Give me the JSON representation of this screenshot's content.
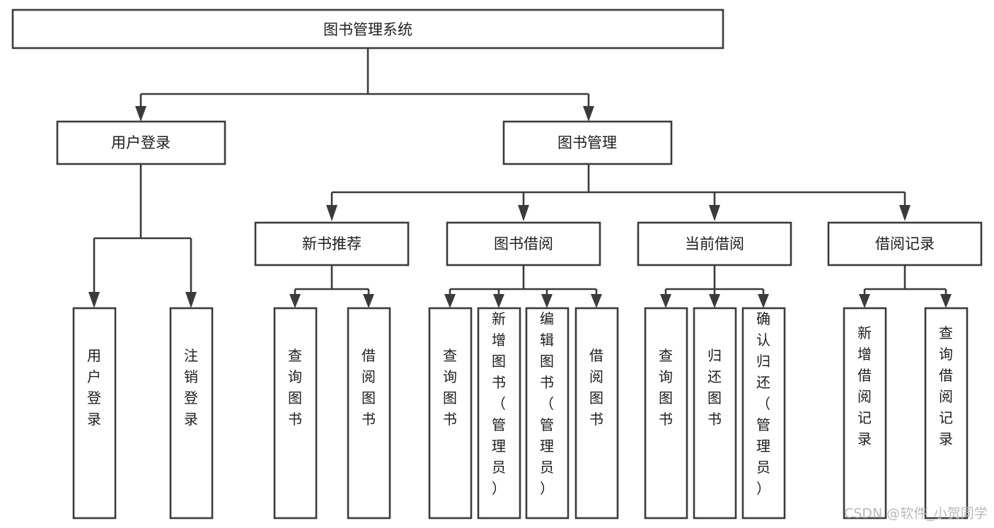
{
  "diagram": {
    "type": "tree",
    "title": "图书管理系统",
    "orientation": "top-down",
    "background_color": "#ffffff",
    "box_stroke_color": "#3b3b3b",
    "box_fill_color": "#ffffff",
    "text_color": "#1d1d1d",
    "connector_color": "#3b3b3b",
    "levels": 4,
    "root": {
      "id": "root",
      "label": "图书管理系统",
      "orientation": "horizontal"
    },
    "level2": [
      {
        "id": "user-login",
        "label": "用户登录",
        "orientation": "horizontal"
      },
      {
        "id": "book-manage",
        "label": "图书管理",
        "orientation": "horizontal"
      }
    ],
    "level3": [
      {
        "id": "new-book-recommend",
        "label": "新书推荐",
        "orientation": "horizontal",
        "parent": "book-manage"
      },
      {
        "id": "book-borrow",
        "label": "图书借阅",
        "orientation": "horizontal",
        "parent": "book-manage"
      },
      {
        "id": "current-borrow",
        "label": "当前借阅",
        "orientation": "horizontal",
        "parent": "book-manage"
      },
      {
        "id": "borrow-record",
        "label": "借阅记录",
        "orientation": "horizontal",
        "parent": "book-manage"
      }
    ],
    "leaves": [
      {
        "id": "leaf-user-login",
        "label": "用户登录",
        "parent": "user-login",
        "orientation": "vertical"
      },
      {
        "id": "leaf-user-logout",
        "label": "注销登录",
        "parent": "user-login",
        "orientation": "vertical"
      },
      {
        "id": "leaf-query-book-1",
        "label": "查询图书",
        "parent": "new-book-recommend",
        "orientation": "vertical"
      },
      {
        "id": "leaf-borrow-book-1",
        "label": "借阅图书",
        "parent": "new-book-recommend",
        "orientation": "vertical"
      },
      {
        "id": "leaf-query-book-2",
        "label": "查询图书",
        "parent": "book-borrow",
        "orientation": "vertical"
      },
      {
        "id": "leaf-add-book",
        "label": "新增图书（管理员）",
        "parent": "book-borrow",
        "orientation": "vertical"
      },
      {
        "id": "leaf-edit-book",
        "label": "编辑图书（管理员）",
        "parent": "book-borrow",
        "orientation": "vertical"
      },
      {
        "id": "leaf-borrow-book-2",
        "label": "借阅图书",
        "parent": "book-borrow",
        "orientation": "vertical"
      },
      {
        "id": "leaf-query-book-3",
        "label": "查询图书",
        "parent": "current-borrow",
        "orientation": "vertical"
      },
      {
        "id": "leaf-return-book",
        "label": "归还图书",
        "parent": "current-borrow",
        "orientation": "vertical"
      },
      {
        "id": "leaf-confirm-return",
        "label": "确认归还（管理员）",
        "parent": "current-borrow",
        "orientation": "vertical"
      },
      {
        "id": "leaf-add-record",
        "label": "新增借阅记录",
        "parent": "borrow-record",
        "orientation": "vertical"
      },
      {
        "id": "leaf-query-record",
        "label": "查询借阅记录",
        "parent": "borrow-record",
        "orientation": "vertical"
      }
    ]
  },
  "watermark": {
    "label": "CSDN @软件_小贺同学",
    "color": "#b9b9b9"
  }
}
